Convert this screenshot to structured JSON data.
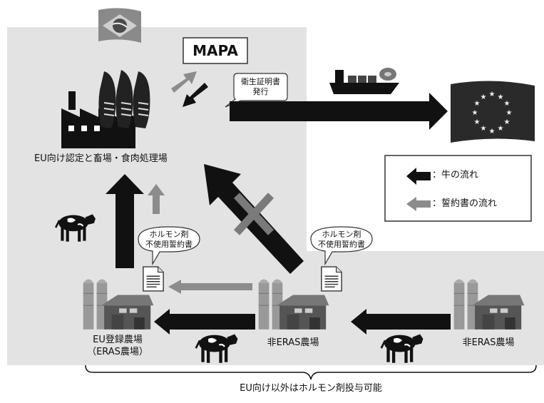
{
  "authority": {
    "name": "MAPA"
  },
  "certificate_bubble": {
    "line1": "衛生証明書",
    "line2": "発行"
  },
  "plant_label": "EU向け認定と畜場・食肉処理場",
  "pledge_bubbles": [
    {
      "line1": "ホルモン剤",
      "line2": "不使用誓約書"
    },
    {
      "line1": "ホルモン剤",
      "line2": "不使用誓約書"
    }
  ],
  "legend": {
    "cattle_flow": "：牛の流れ",
    "pledge_flow": "：誓約書の流れ",
    "colors": {
      "cattle": "#111111",
      "pledge": "#8c8c8c"
    }
  },
  "farms": [
    {
      "line1": "EU登録農場",
      "line2": "（ERAS農場）"
    },
    {
      "line1": "非ERAS農場"
    },
    {
      "line1": "非ERAS農場"
    }
  ],
  "bottom_note": "EU向け以外はホルモン剤投与可能",
  "icons": [
    "brazil-flag-icon",
    "eu-flag-icon",
    "cargo-ship-icon",
    "factory-icon",
    "cattle-icon",
    "barn-silo-icon",
    "document-icon",
    "cross-mark-icon"
  ]
}
